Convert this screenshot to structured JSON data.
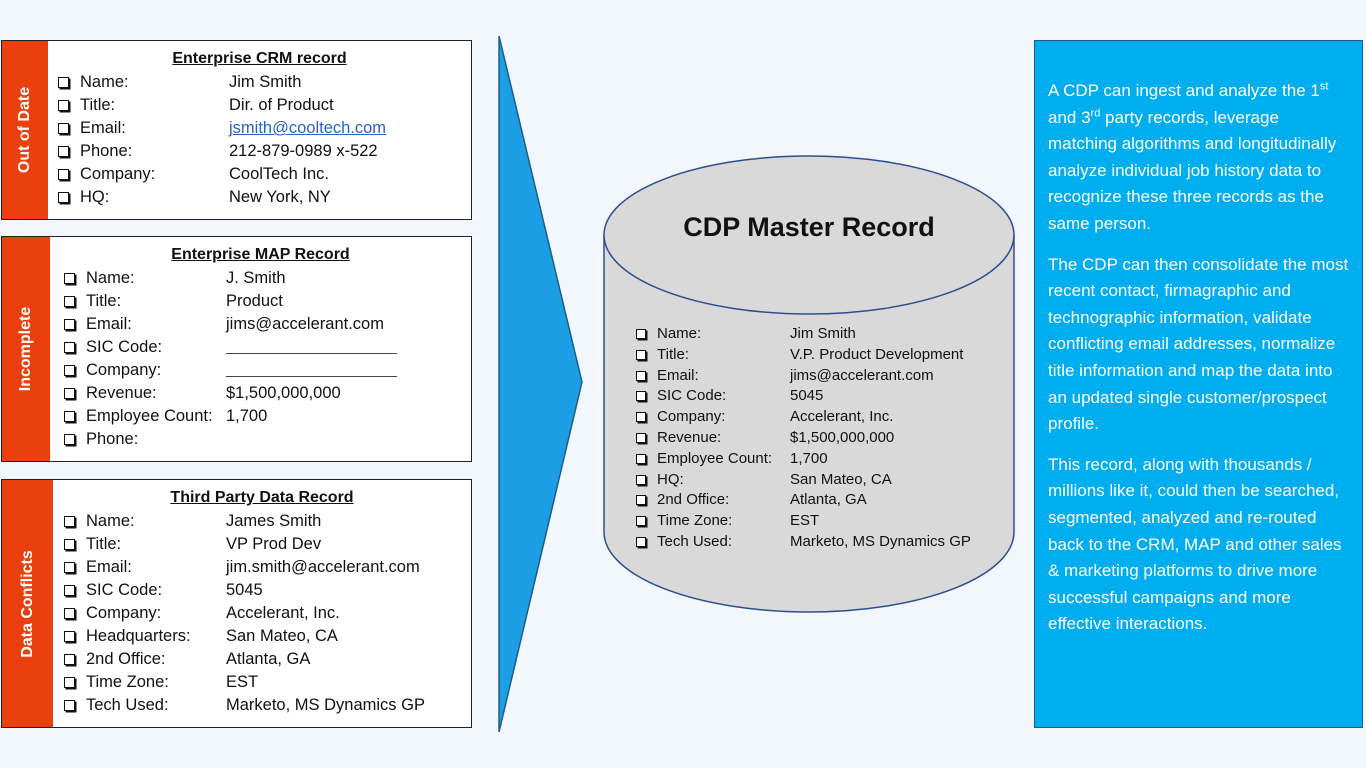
{
  "records": [
    {
      "tab": "Out of Date",
      "title": "Enterprise CRM record",
      "fields": [
        {
          "label": "Name:",
          "value": "Jim Smith"
        },
        {
          "label": "Title:",
          "value": "Dir. of Product"
        },
        {
          "label": "Email:",
          "value": "jsmith@cooltech.com"
        },
        {
          "label": "Phone:",
          "value": "212-879-0989 x-522"
        },
        {
          "label": "Company:",
          "value": "CoolTech Inc."
        },
        {
          "label": "HQ:",
          "value": "New York, NY"
        }
      ]
    },
    {
      "tab": "Incomplete",
      "title": "Enterprise MAP Record",
      "fields": [
        {
          "label": "Name:",
          "value": "J. Smith"
        },
        {
          "label": "Title:",
          "value": "Product"
        },
        {
          "label": "Email:",
          "value": "jims@accelerant.com"
        },
        {
          "label": "SIC Code:",
          "value": ""
        },
        {
          "label": "Company:",
          "value": ""
        },
        {
          "label": "Revenue:",
          "value": "$1,500,000,000"
        },
        {
          "label": "Employee Count:",
          "value": "1,700"
        },
        {
          "label": "Phone:",
          "value": ""
        }
      ]
    },
    {
      "tab": "Data Conflicts",
      "title": "Third Party Data Record",
      "fields": [
        {
          "label": "Name:",
          "value": "James Smith"
        },
        {
          "label": "Title:",
          "value": "VP Prod Dev"
        },
        {
          "label": "Email:",
          "value": "jim.smith@accelerant.com"
        },
        {
          "label": "SIC Code:",
          "value": "5045"
        },
        {
          "label": "Company:",
          "value": "Accelerant, Inc."
        },
        {
          "label": "Headquarters:",
          "value": "San Mateo, CA"
        },
        {
          "label": "2nd Office:",
          "value": "Atlanta, GA"
        },
        {
          "label": "Time Zone:",
          "value": "EST"
        },
        {
          "label": "Tech Used:",
          "value": "Marketo, MS Dynamics GP"
        }
      ]
    }
  ],
  "master": {
    "title": "CDP Master Record",
    "fields": [
      {
        "label": "Name:",
        "value": "Jim Smith"
      },
      {
        "label": "Title:",
        "value": "V.P. Product Development"
      },
      {
        "label": "Email:",
        "value": "jims@accelerant.com"
      },
      {
        "label": "SIC Code:",
        "value": "5045"
      },
      {
        "label": "Company:",
        "value": "Accelerant, Inc."
      },
      {
        "label": "Revenue:",
        "value": "$1,500,000,000"
      },
      {
        "label": "Employee Count:",
        "value": "1,700"
      },
      {
        "label": "HQ:",
        "value": "San Mateo, CA"
      },
      {
        "label": "2nd Office:",
        "value": "Atlanta, GA"
      },
      {
        "label": "Time Zone:",
        "value": "EST"
      },
      {
        "label": "Tech Used:",
        "value": "Marketo, MS Dynamics GP"
      }
    ]
  },
  "info": {
    "p1_a": "A CDP can ingest and analyze the 1",
    "p1_sup1": "st",
    "p1_b": " and 3",
    "p1_sup2": "rd",
    "p1_c": " party records, leverage matching algorithms and longitudinally analyze individual job history data to recognize these three records as the same person.",
    "p2": "The CDP can then consolidate the most recent contact, firmagraphic and technographic information, validate conflicting email addresses, normalize title information and map the data into an updated single customer/prospect profile.",
    "p3": "This record, along with thousands / millions like it, could then be searched, segmented, analyzed and re-routed back to the CRM, MAP and other sales & marketing platforms to drive more successful campaigns and more effective interactions."
  },
  "colors": {
    "tab_red": "#ec3f0e",
    "arrow_blue": "#1b9ee4",
    "panel_blue": "#00adef",
    "cylinder_gray": "#d9d9d9",
    "link_blue": "#2a62c6"
  }
}
